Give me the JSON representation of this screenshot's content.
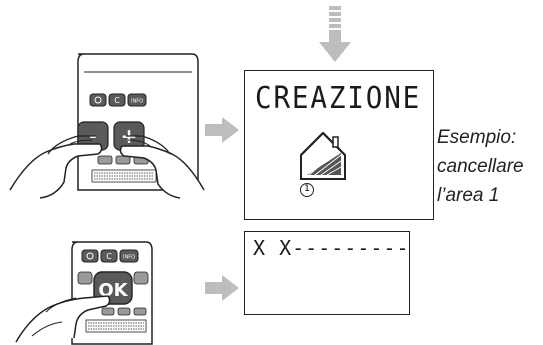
{
  "panel1": {
    "display_text": "CREAZIONE",
    "area_number": "1",
    "keys": {
      "small": [
        "⏻",
        "C",
        "INFO"
      ],
      "minus": "-",
      "plus": "+"
    }
  },
  "panel2": {
    "display_text": "X X---------",
    "keys": {
      "small": [
        "⏻",
        "C",
        "INFO"
      ],
      "ok": "OK"
    }
  },
  "caption": {
    "line1": "Esempio:",
    "line2": "cancellare",
    "line3": "l’area 1"
  },
  "colors": {
    "arrow": "#bdbdbd",
    "key_dark": "#5a5a5a",
    "key_light": "#bdbdbd",
    "outline": "#222222"
  },
  "icons": [
    "down-arrow-icon",
    "right-arrow-icon",
    "house-icon",
    "hand-icon",
    "speaker-grille-icon"
  ]
}
